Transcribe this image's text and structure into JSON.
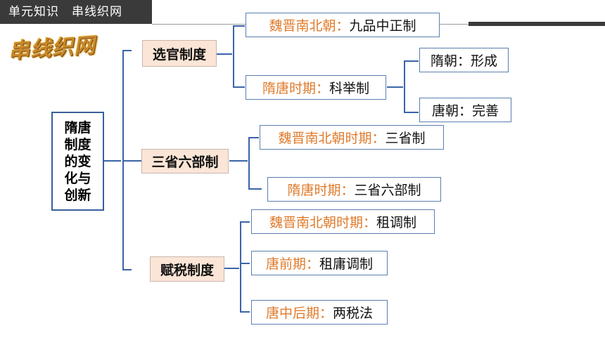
{
  "header": {
    "unit_label": "单元知识",
    "brand_label": "串线织网"
  },
  "logo_text": "串线织网",
  "root": {
    "lines": [
      "隋唐",
      "制度",
      "的变",
      "化与",
      "创新"
    ]
  },
  "branches": {
    "official": {
      "label": "选官制度",
      "wei": {
        "key": "魏晋南北朝：",
        "val": "九品中正制"
      },
      "sui_tang": {
        "key": "隋唐时期：",
        "val": "科举制"
      },
      "sui": {
        "val": "隋朝：形成"
      },
      "tang": {
        "val": "唐朝：完善"
      }
    },
    "three_depts": {
      "label": "三省六部制",
      "wei": {
        "key": "魏晋南北朝时期：",
        "val": "三省制"
      },
      "sui_tang": {
        "key": "隋唐时期：",
        "val": "三省六部制"
      }
    },
    "tax": {
      "label": "赋税制度",
      "wei": {
        "key": "魏晋南北朝时期：",
        "val": "租调制"
      },
      "early_tang": {
        "key": "唐前期：",
        "val": "租庸调制"
      },
      "late_tang": {
        "key": "唐中后期：",
        "val": "两税法"
      }
    }
  },
  "colors": {
    "accent": "#e07b2c",
    "line": "#3a64a8",
    "mid_fill": "#fbe5d6"
  }
}
